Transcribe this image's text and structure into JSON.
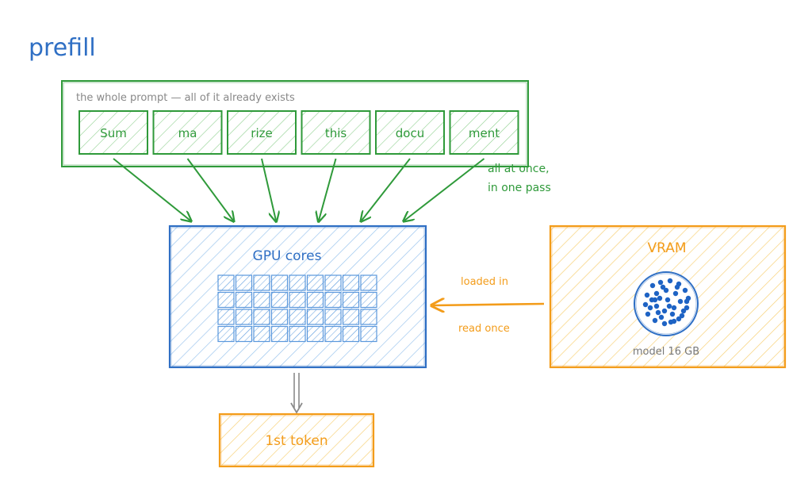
{
  "title": "prefill",
  "prompt": {
    "caption": "the whole prompt — all of it already exists",
    "tokens": [
      "Sum",
      "ma",
      "rize",
      "this",
      "docu",
      "ment"
    ]
  },
  "annotations": {
    "parallel_line1": "all at once,",
    "parallel_line2": "in one pass",
    "loaded": "loaded in",
    "read": "read once"
  },
  "gpu": {
    "label": "GPU cores",
    "grid_rows": 4,
    "grid_cols": 9
  },
  "vram": {
    "label": "VRAM",
    "model_label": "model 16 GB"
  },
  "output": {
    "label": "1st token"
  },
  "colors": {
    "title": "#2f6fc4",
    "prompt": "#2f9a3a",
    "prompt_fill": "#d8f0d8",
    "gpu": "#2f6fc4",
    "gpu_fill": "#bcd9f5",
    "vram": "#f39c1a",
    "vram_fill": "#fbe5b0",
    "model_dots": "#1e63c4",
    "output_arrow": "#8a8a8a",
    "muted_text": "#777777"
  }
}
